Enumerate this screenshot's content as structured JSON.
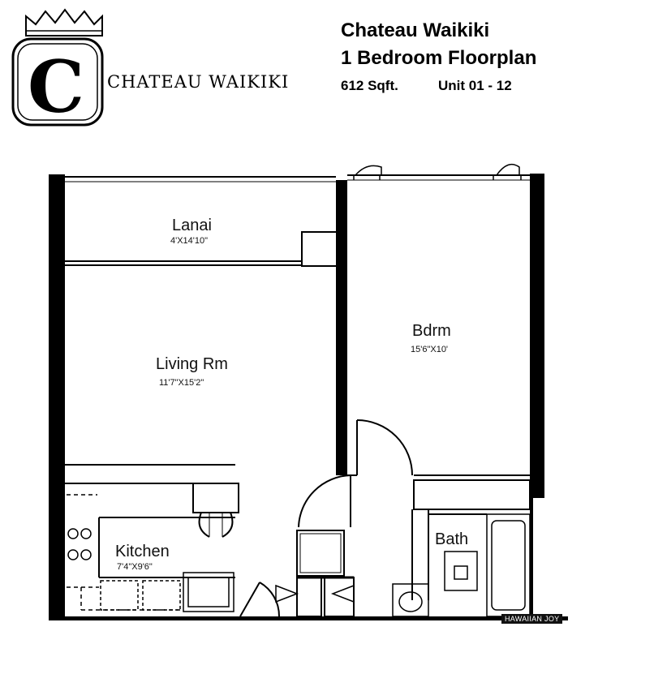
{
  "header": {
    "building_name": "Chateau Waikiki",
    "floorplan_title": "1 Bedroom Floorplan",
    "area": "612 Sqft.",
    "unit_range": "Unit 01 - 12"
  },
  "logo": {
    "letter": "C",
    "wordmark": "CHATEAU WAIKIKI"
  },
  "rooms": {
    "lanai": {
      "name": "Lanai",
      "dimensions": "4'X14'10\""
    },
    "living": {
      "name": "Living Rm",
      "dimensions": "11'7\"X15'2\""
    },
    "bedroom": {
      "name": "Bdrm",
      "dimensions": "15'6\"X10'"
    },
    "kitchen": {
      "name": "Kitchen",
      "dimensions": "7'4\"X9'6\""
    },
    "bath": {
      "name": "Bath"
    }
  },
  "watermark": "HAWAIIAN JOY"
}
